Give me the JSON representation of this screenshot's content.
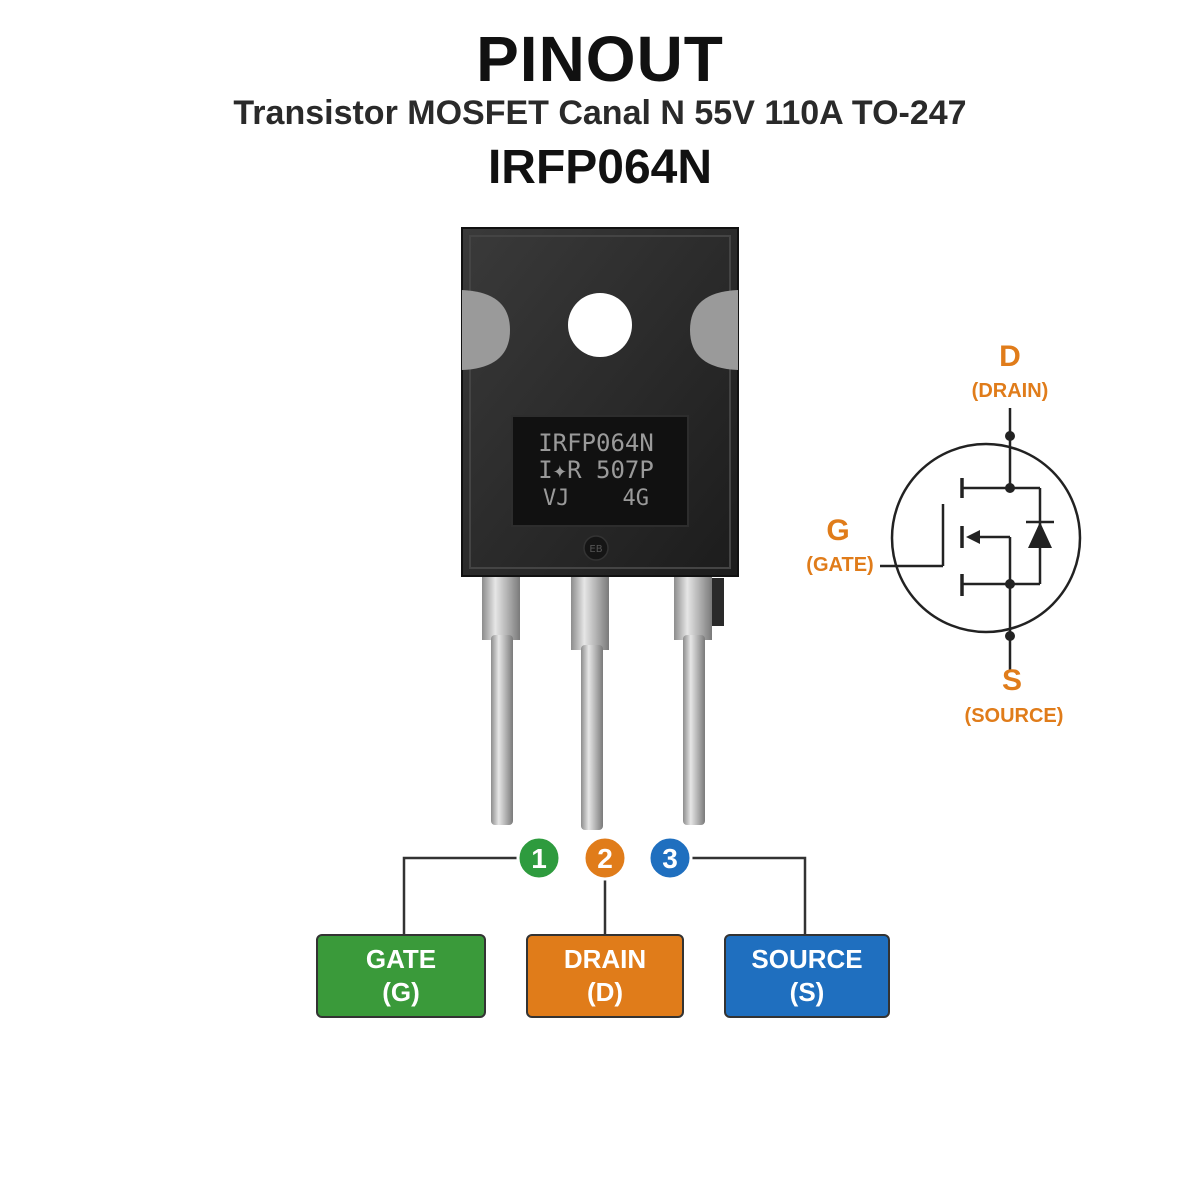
{
  "header": {
    "title": "PINOUT",
    "subtitle": "Transistor MOSFET Canal N 55V 110A TO-247",
    "part_number": "IRFP064N"
  },
  "package_marking": {
    "line1": "IRFP064N",
    "line2": "I✦R 507P",
    "line3": "VJ    4G",
    "small_mark": "EB"
  },
  "pins": [
    {
      "number": "1",
      "name": "GATE",
      "abbr": "(G)",
      "color": "#3a9a3a"
    },
    {
      "number": "2",
      "name": "DRAIN",
      "abbr": "(D)",
      "color": "#e07c1a"
    },
    {
      "number": "3",
      "name": "SOURCE",
      "abbr": "(S)",
      "color": "#1f6fbf"
    }
  ],
  "symbol": {
    "drain_letter": "D",
    "drain_name": "(DRAIN)",
    "gate_letter": "G",
    "gate_name": "(GATE)",
    "source_letter": "S",
    "source_name": "(SOURCE)",
    "label_color": "#e07c1a"
  }
}
